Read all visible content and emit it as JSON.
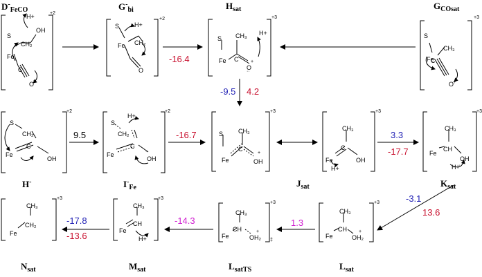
{
  "labels": {
    "D": {
      "main": "D",
      "sup": "-",
      "sub": "FeCO"
    },
    "Gbi": {
      "main": "G",
      "sup": "-",
      "sub": "bi"
    },
    "Hsat": {
      "main": "H",
      "sub": "sat"
    },
    "GCOsat": {
      "main": "G",
      "sub": "COsat"
    },
    "Hminus": {
      "main": "H",
      "sup": "-"
    },
    "IFe": {
      "main": "I",
      "sup": "-",
      "sub": "Fe"
    },
    "Jsat": {
      "main": "J",
      "sub": "sat"
    },
    "Ksat": {
      "main": "K",
      "sub": "sat"
    },
    "Nsat": {
      "main": "N",
      "sub": "sat"
    },
    "Msat": {
      "main": "M",
      "sub": "sat"
    },
    "LsatTS": {
      "main": "L",
      "sub": "satTS"
    },
    "Lsat": {
      "main": "L",
      "sub": "sat"
    }
  },
  "values": {
    "g_h": "-16.4",
    "h_i_blue": "-9.5",
    "h_i_red": "4.2",
    "hm_i": "9.5",
    "i_j": "-16.7",
    "j_k_blue": "3.3",
    "j_k_red": "-17.7",
    "k_l_blue": "-3.1",
    "k_l_red": "13.6",
    "l_lts": "1.3",
    "lts_m": "-14.3",
    "m_n_blue": "-17.8",
    "m_n_red": "-13.6"
  },
  "charges": {
    "c2": "+2",
    "c3": "+3",
    "ts": "‡"
  },
  "atoms": {
    "S": "S",
    "Fe": "Fe",
    "OH": "OH",
    "O": "O",
    "C": "C",
    "CH2": "CH₂",
    "CH3": "CH₃",
    "CH": "CH",
    "H_plus": "H+",
    "OH2": "OH₂",
    "OH_plus": "OH",
    "plus": "+",
    "lonepair": "··"
  },
  "colors": {
    "blue": "#1f1fb4",
    "red": "#c8102e",
    "magenta": "#d020d0",
    "black": "#000000"
  }
}
